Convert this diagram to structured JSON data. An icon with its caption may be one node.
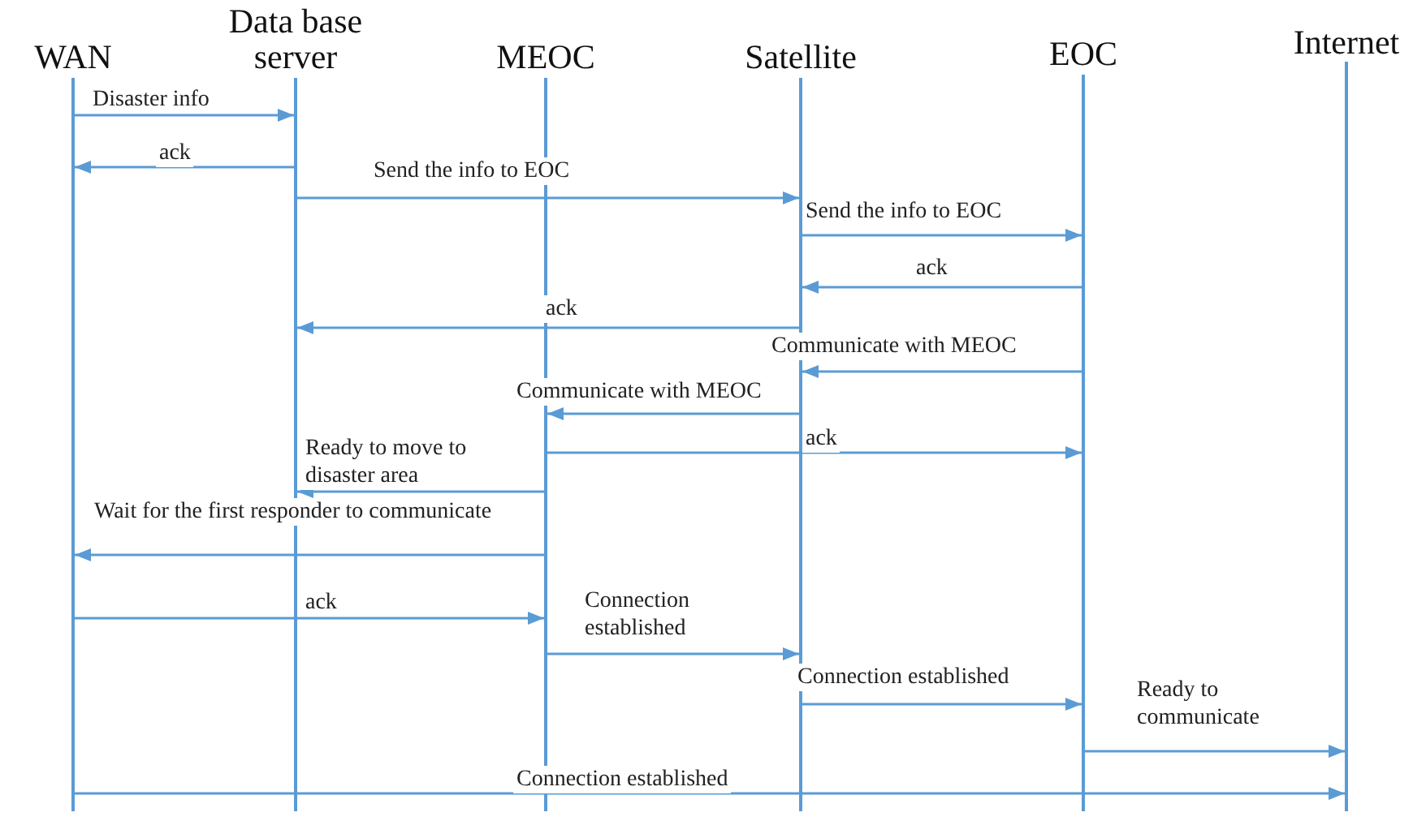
{
  "diagram": {
    "nodes": [
      {
        "text": [
          "WAN"
        ]
      },
      {
        "text": [
          "Data base server"
        ]
      },
      {
        "text": [
          "MEOC"
        ]
      },
      {
        "text": [
          "Satellite"
        ]
      },
      {
        "text": [
          "EOC"
        ]
      },
      {
        "text": [
          "Internet"
        ]
      }
    ],
    "edges": [
      {
        "from": 0,
        "to": 1,
        "arrow": "to",
        "label": "Disaster info"
      },
      {
        "from": 1,
        "to": 0,
        "arrow": "to",
        "label": "ack"
      },
      {
        "from": 1,
        "to": 3,
        "arrow": "to",
        "label": "Send the info to EOC"
      },
      {
        "from": 3,
        "to": 4,
        "arrow": "to",
        "label": "Send the info to EOC"
      },
      {
        "from": 4,
        "to": 3,
        "arrow": "to",
        "label": "ack"
      },
      {
        "from": 3,
        "to": 1,
        "arrow": "to",
        "label": "ack"
      },
      {
        "from": 4,
        "to": 3,
        "arrow": "to",
        "label": "Communicate with MEOC"
      },
      {
        "from": 3,
        "to": 2,
        "arrow": "to",
        "label": "Communicate with MEOC"
      },
      {
        "from": 2,
        "to": 4,
        "arrow": "to",
        "label": "ack"
      },
      {
        "from": 2,
        "to": 1,
        "arrow": "to",
        "label": "Ready to move to disaster area"
      },
      {
        "from": 2,
        "to": 0,
        "arrow": "to",
        "label": "Wait for the first responder to communicate"
      },
      {
        "from": 0,
        "to": 2,
        "arrow": "to",
        "label": "ack"
      },
      {
        "from": 2,
        "to": 3,
        "arrow": "to",
        "label": "Connection established"
      },
      {
        "from": 3,
        "to": 4,
        "arrow": "to",
        "label": "Connection established"
      },
      {
        "from": 4,
        "to": 5,
        "arrow": "to",
        "label": "Ready to communicate"
      },
      {
        "from": 0,
        "to": 5,
        "arrow": "to",
        "label": "Connection established"
      }
    ]
  }
}
